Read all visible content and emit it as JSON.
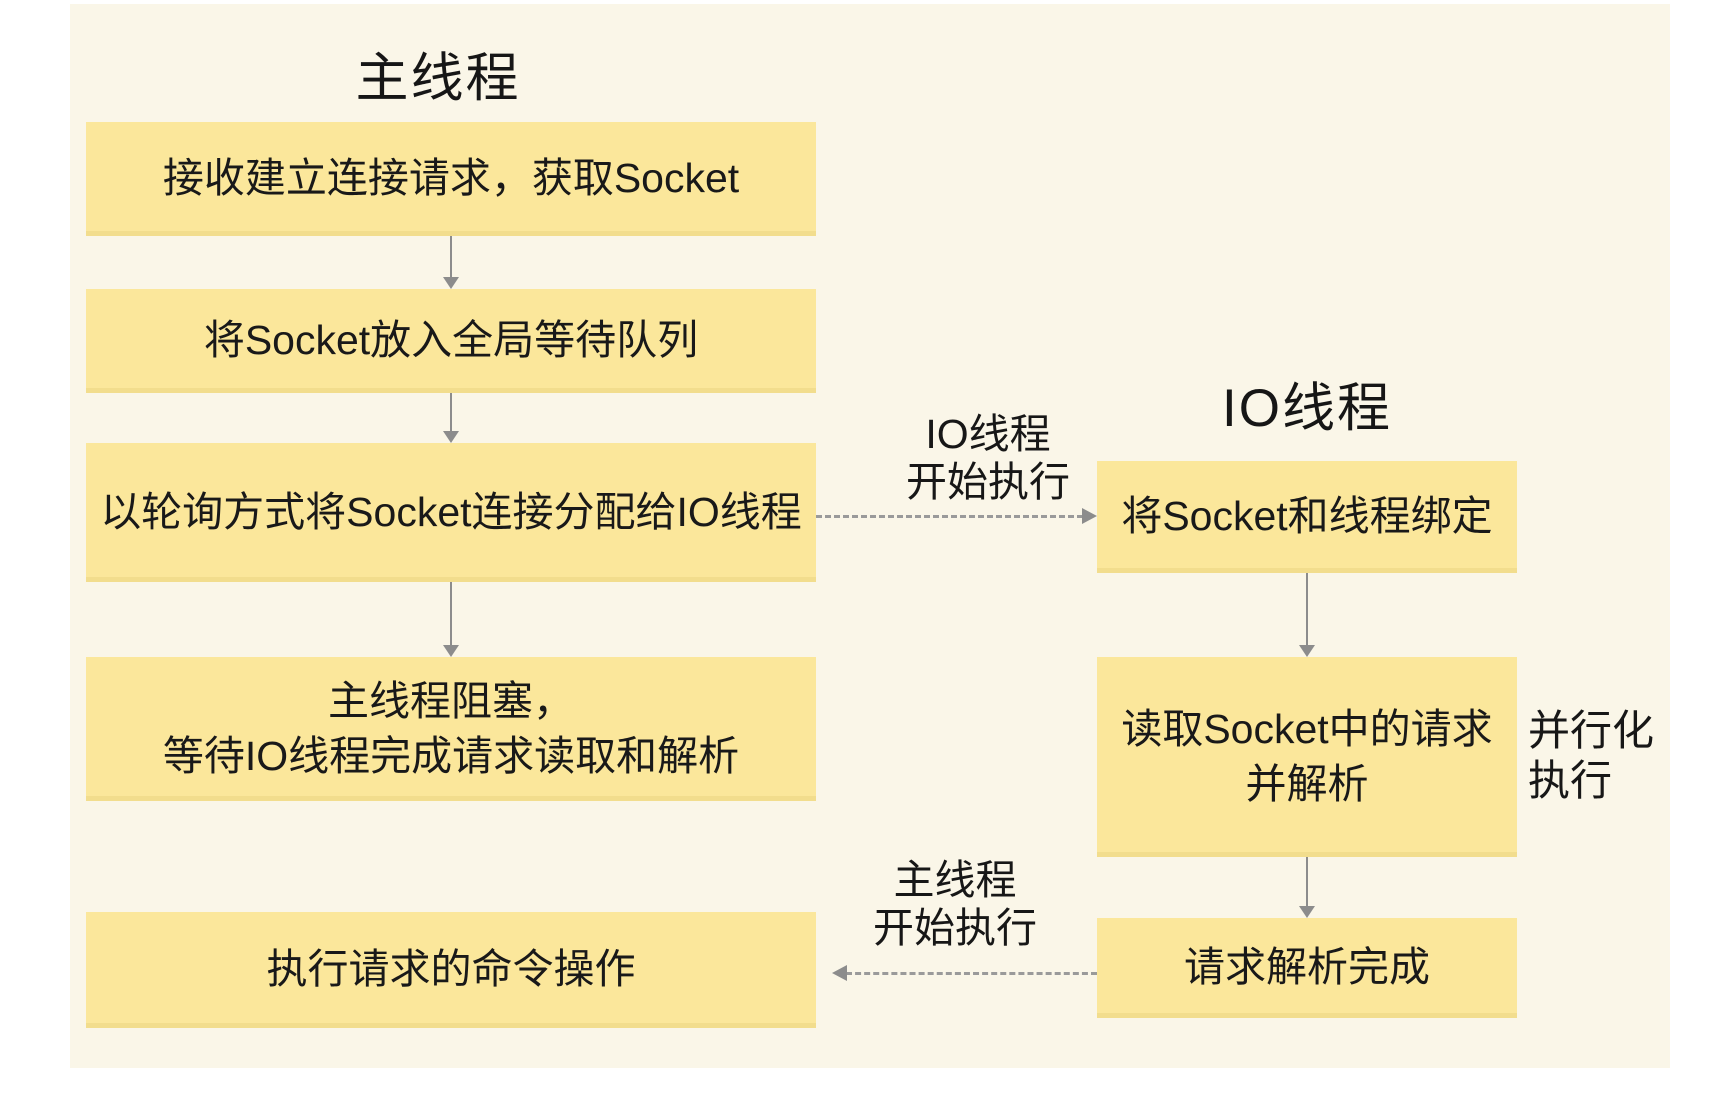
{
  "page": {
    "background_color": "#ffffff",
    "panel_color": "#faf6e8",
    "node_fill_color": "#fbe79b",
    "text_color": "#1c1c1c",
    "arrow_color": "#8c8c8c"
  },
  "diagram": {
    "main_thread": {
      "title": "主线程",
      "boxes": [
        {
          "label": "接收建立连接请求，获取Socket"
        },
        {
          "label": "将Socket放入全局等待队列"
        },
        {
          "label": "以轮询方式将Socket连接分配给IO线程"
        },
        {
          "label": "主线程阻塞，\n等待IO线程完成请求读取和解析"
        },
        {
          "label": "执行请求的命令操作"
        }
      ]
    },
    "io_thread": {
      "title": "IO线程",
      "boxes": [
        {
          "label": "将Socket和线程绑定"
        },
        {
          "label": "读取Socket中的请求\n并解析"
        },
        {
          "label": "请求解析完成"
        }
      ]
    },
    "cross_arrows": [
      {
        "label": "IO线程\n开始执行",
        "direction": "right"
      },
      {
        "label": "主线程\n开始执行",
        "direction": "left"
      }
    ],
    "side_note": "并行化\n执行"
  }
}
